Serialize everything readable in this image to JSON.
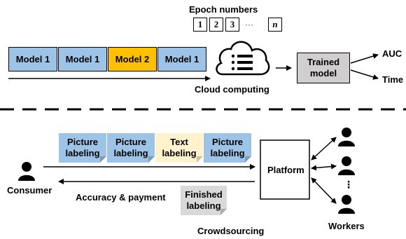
{
  "epochs": {
    "title": "Epoch numbers",
    "cells": [
      "1",
      "2",
      "3",
      "n"
    ],
    "ellipsis": "···"
  },
  "model_chain": [
    {
      "label": "Model 1",
      "color": "#9dc3e6"
    },
    {
      "label": "Model 1",
      "color": "#9dc3e6"
    },
    {
      "label": "Model 2",
      "color": "#ffc000"
    },
    {
      "label": "Model 1",
      "color": "#9dc3e6"
    }
  ],
  "cloud_label": "Cloud computing",
  "trained_model": {
    "line1": "Trained",
    "line2": "model",
    "color": "#d0cece"
  },
  "outputs": [
    "AUC",
    "Time"
  ],
  "crowd": {
    "tasks": [
      {
        "line1": "Picture",
        "line2": "labeling",
        "color": "#9dc3e6"
      },
      {
        "line1": "Picture",
        "line2": "labeling",
        "color": "#9dc3e6"
      },
      {
        "line1": "Text",
        "line2": "labeling",
        "color": "#fff2cc"
      },
      {
        "line1": "Picture",
        "line2": "labeling",
        "color": "#9dc3e6"
      }
    ],
    "platform": "Platform",
    "consumer": "Consumer",
    "return_label": "Accuracy & payment",
    "finished": {
      "line1": "Finished",
      "line2": "labeling",
      "color": "#d9d9d9"
    },
    "workers": "Workers",
    "workers_ellipsis": "⋮",
    "title": "Crowdsourcing"
  }
}
